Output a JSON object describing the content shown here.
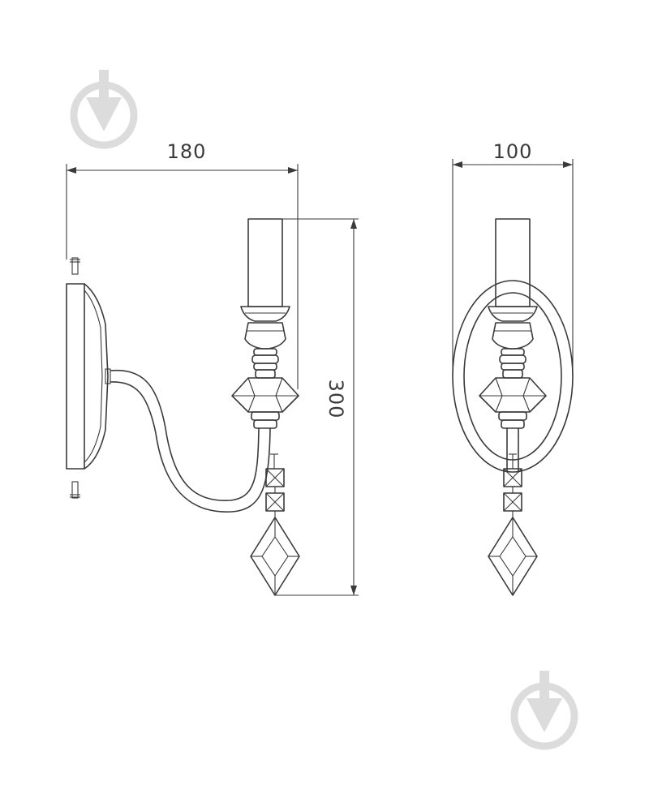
{
  "dimensions": {
    "side_width": "180",
    "front_width": "100",
    "height": "300"
  },
  "watermark_icon": "download-arrow-circle-icon",
  "colors": {
    "line": "#3a3a3a",
    "watermark": "#dcdcdc",
    "background": "#ffffff"
  }
}
